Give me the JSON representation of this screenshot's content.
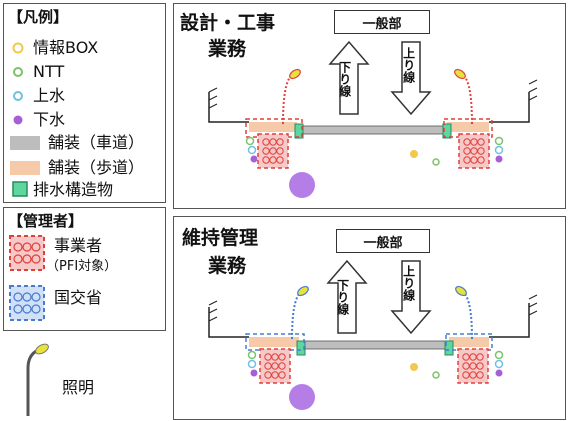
{
  "legend": {
    "title": "【凡例】",
    "items": [
      {
        "label": "情報BOX",
        "color": "#f2c94c"
      },
      {
        "label": "NTT",
        "color": "#7cc26a"
      },
      {
        "label": "上水",
        "color": "#6ec1e4"
      },
      {
        "label": "下水",
        "color": "#a65fd6"
      },
      {
        "label": "舗装（車道）",
        "color": "#bdbdbd"
      },
      {
        "label": "舗装（歩道）",
        "color": "#f6c9a8"
      },
      {
        "label": "排水構造物",
        "color": "#5ed6a0"
      }
    ]
  },
  "managers": {
    "title": "【管理者】",
    "operator_line1": "事業者",
    "operator_line2": "（PFI対象）",
    "operator_color": "#e0403a",
    "ministry": "国交省",
    "ministry_color": "#4a7bd0",
    "light_label": "照明",
    "light_color": "#e8e23a"
  },
  "panels": [
    {
      "title_line1": "設計・工事",
      "title_line2": "業務",
      "general": "一般部",
      "down": "下り線",
      "up": "上り線",
      "managed_by": "operator"
    },
    {
      "title_line1": "維持管理",
      "title_line2": "業務",
      "general": "一般部",
      "down": "下り線",
      "up": "上り線",
      "managed_by": "ministry"
    }
  ]
}
